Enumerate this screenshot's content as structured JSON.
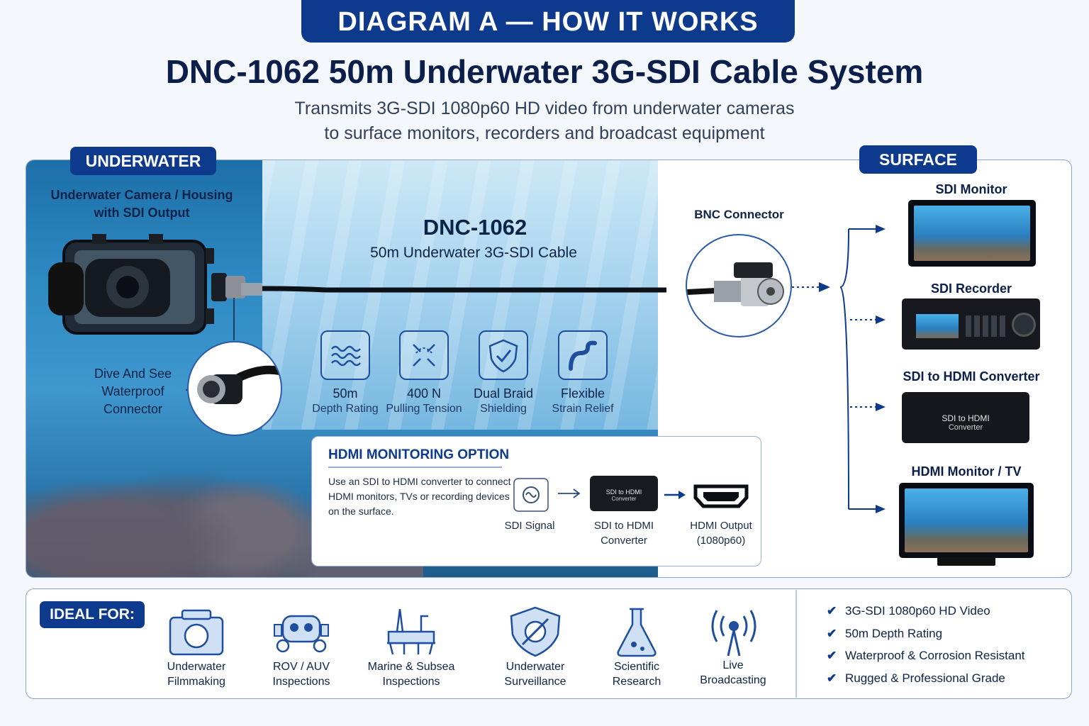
{
  "banner": "DIAGRAM A — HOW IT WORKS",
  "title": "DNC-1062 50m Underwater 3G-SDI Cable System",
  "subtitle_line1": "Transmits 3G-SDI 1080p60 HD video from underwater cameras",
  "subtitle_line2": "to surface monitors, recorders and broadcast equipment",
  "underwater": {
    "tag": "UNDERWATER",
    "camera_label_1": "Underwater Camera / Housing",
    "camera_label_2": "with SDI Output",
    "connector_label_1": "Dive And See",
    "connector_label_2": "Waterproof",
    "connector_label_3": "Connector"
  },
  "cable": {
    "model": "DNC-1062",
    "desc": "50m Underwater 3G-SDI Cable",
    "bnc_label": "BNC Connector"
  },
  "features": [
    {
      "icon": "waves-icon",
      "title": "50m",
      "sub": "Depth Rating"
    },
    {
      "icon": "tension-arrows-icon",
      "title": "400 N",
      "sub": "Pulling Tension"
    },
    {
      "icon": "shield-check-icon",
      "title": "Dual Braid",
      "sub": "Shielding"
    },
    {
      "icon": "flexible-cable-icon",
      "title": "Flexible",
      "sub": "Strain Relief"
    }
  ],
  "hdmi_option": {
    "title": "HDMI MONITORING OPTION",
    "text": "Use an SDI to HDMI converter to connect HDMI monitors, TVs or recording devices on the surface.",
    "step1": "SDI Signal",
    "step2_1": "SDI to HDMI",
    "step2_2": "Converter",
    "device_text_1": "SDI to HDMI",
    "device_text_2": "Converter",
    "step3_1": "HDMI Output",
    "step3_2": "(1080p60)"
  },
  "surface": {
    "tag": "SURFACE",
    "devices": [
      {
        "label": "SDI Monitor"
      },
      {
        "label": "SDI Recorder"
      },
      {
        "label": "SDI to HDMI Converter",
        "box_text_1": "SDI to HDMI",
        "box_text_2": "Converter"
      },
      {
        "label": "HDMI Monitor / TV"
      }
    ]
  },
  "ideal": {
    "tag": "IDEAL FOR:",
    "uses": [
      {
        "icon": "camera-icon",
        "line1": "Underwater",
        "line2": "Filmmaking"
      },
      {
        "icon": "rov-icon",
        "line1": "ROV / AUV",
        "line2": "Inspections"
      },
      {
        "icon": "oil-rig-icon",
        "line1": "Marine & Subsea",
        "line2": "Inspections"
      },
      {
        "icon": "surveillance-shield-icon",
        "line1": "Underwater",
        "line2": "Surveillance"
      },
      {
        "icon": "flask-icon",
        "line1": "Scientific",
        "line2": "Research"
      },
      {
        "icon": "broadcast-antenna-icon",
        "line1": "Live",
        "line2": "Broadcasting"
      }
    ],
    "checks": [
      "3G-SDI 1080p60 HD Video",
      "50m Depth Rating",
      "Waterproof & Corrosion Resistant",
      "Rugged & Professional Grade"
    ]
  },
  "colors": {
    "brand_navy": "#0d3a8c",
    "title_navy": "#0b1f4a",
    "water_blue": "#2f8bc4"
  }
}
